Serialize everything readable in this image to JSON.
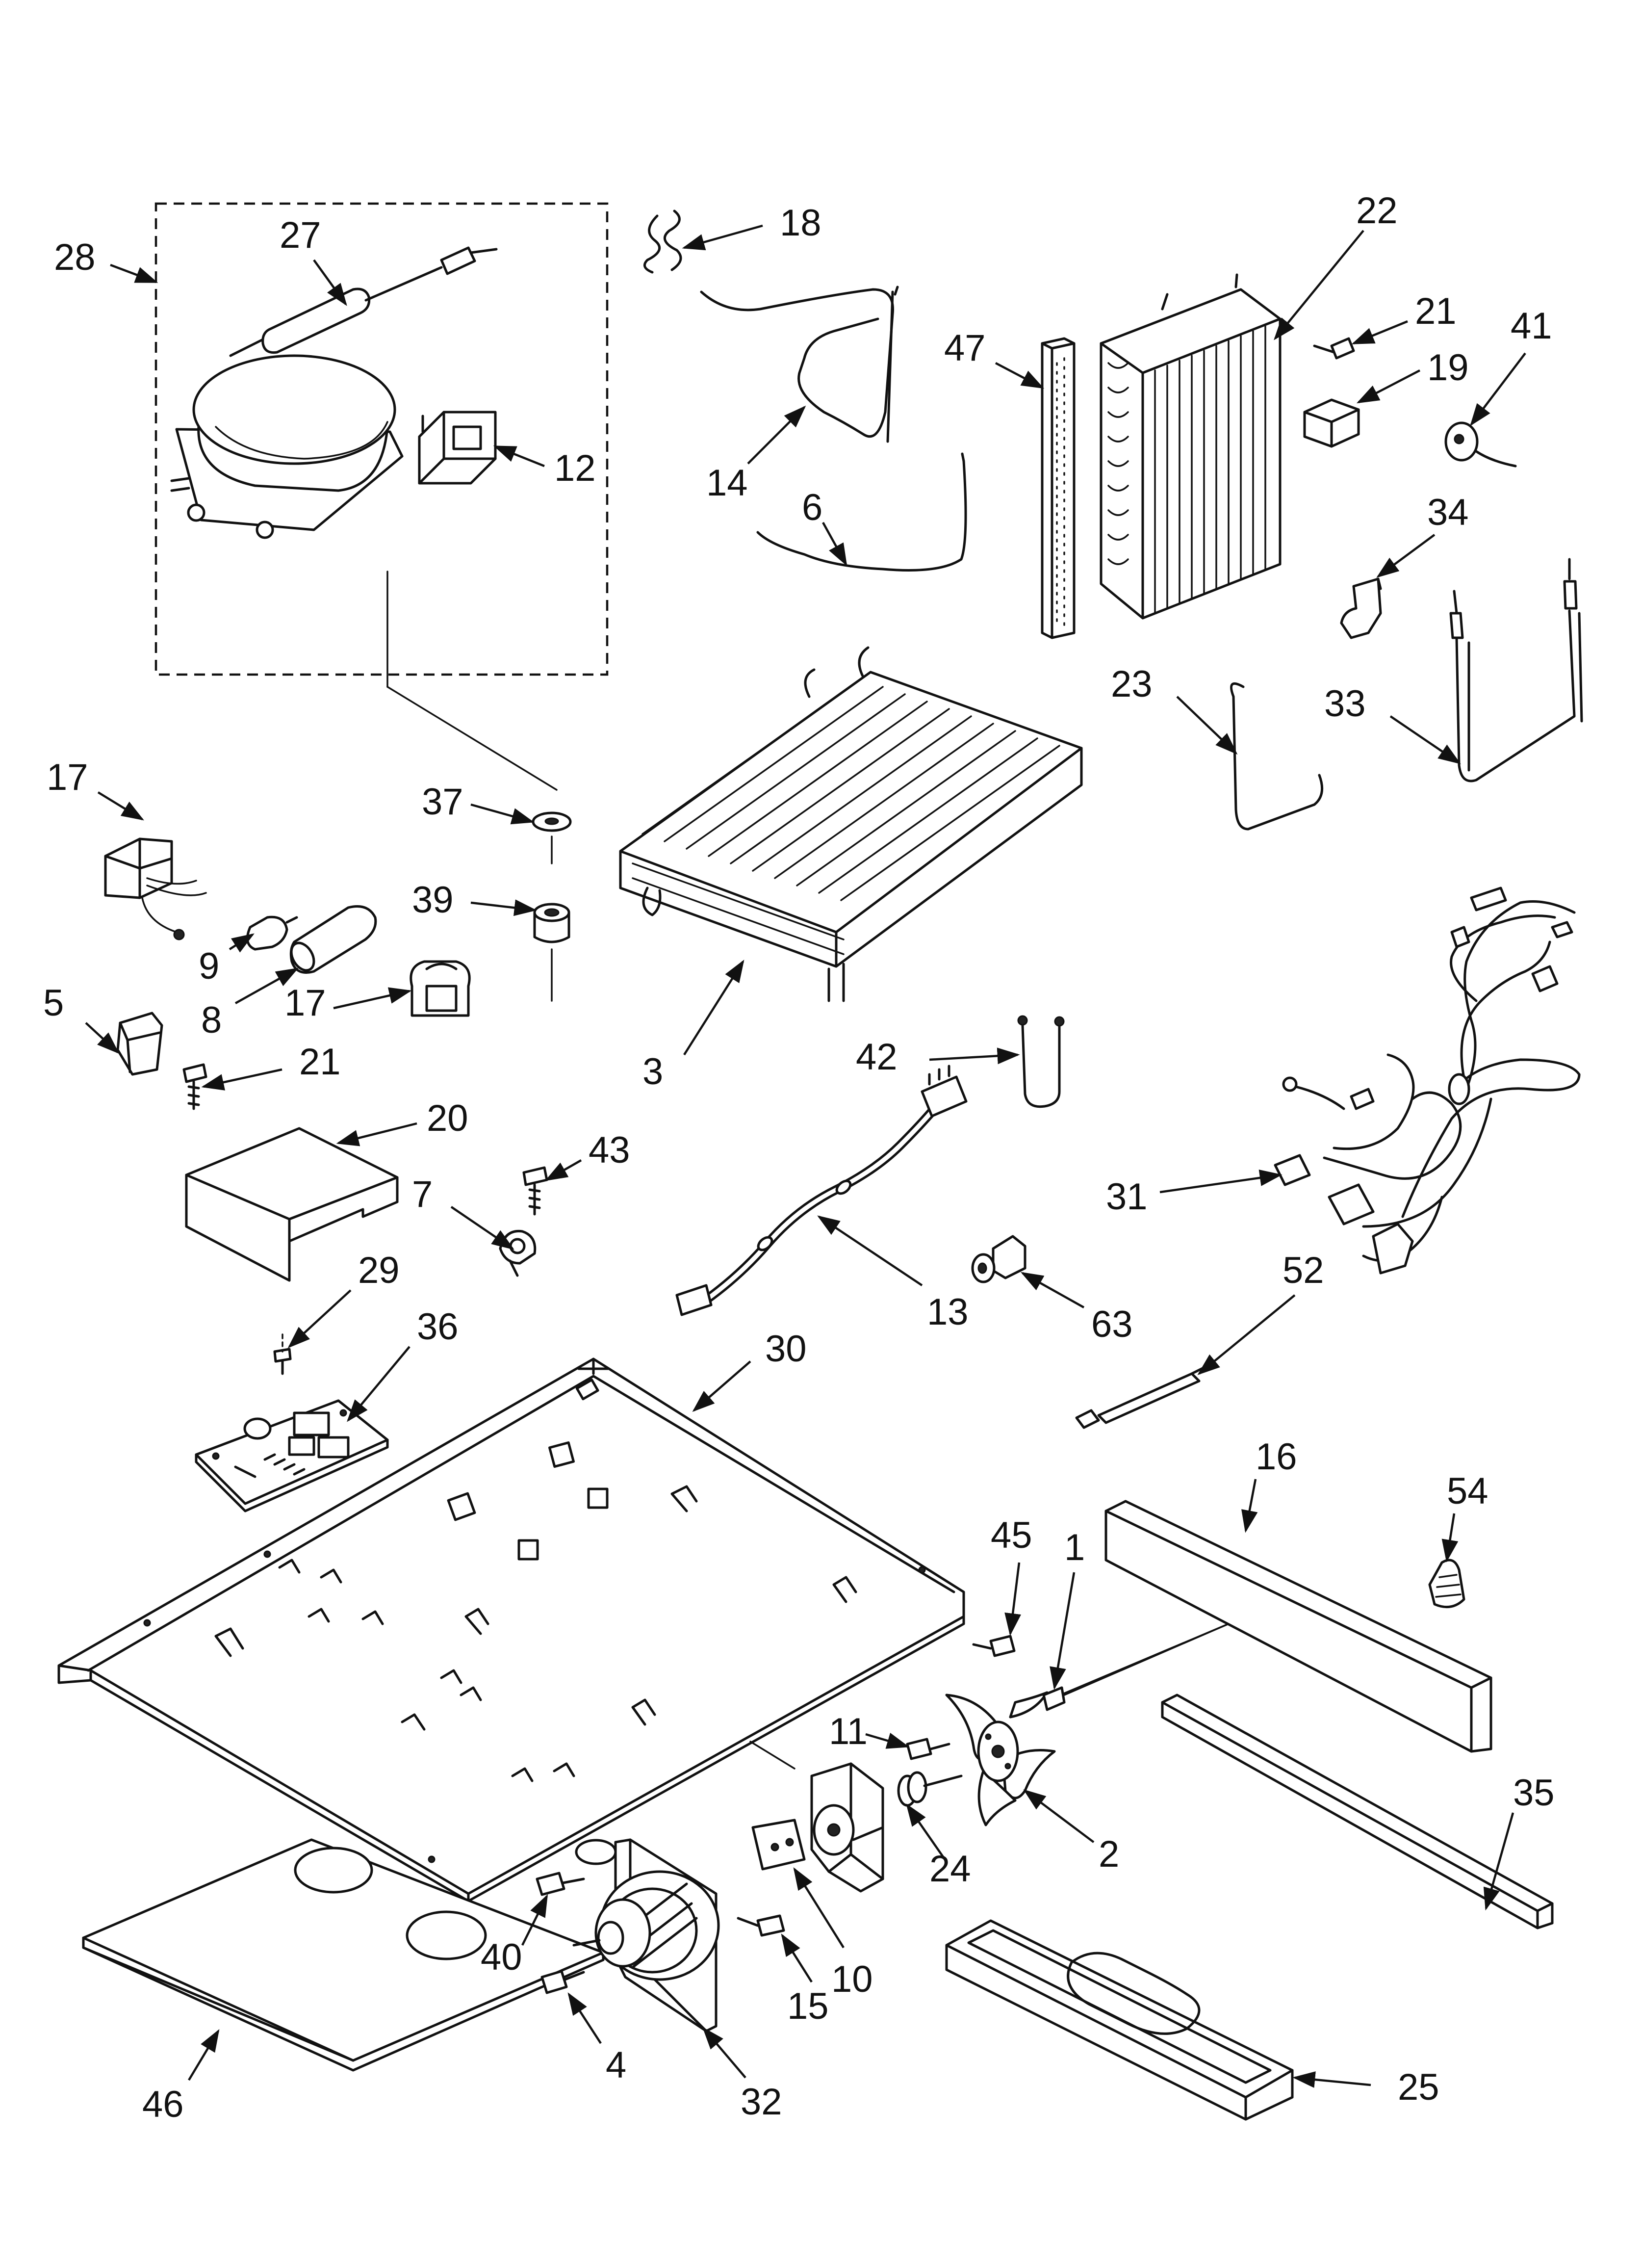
{
  "diagram": {
    "callouts": {
      "c1": "1",
      "c2": "2",
      "c3": "3",
      "c4": "4",
      "c5": "5",
      "c6": "6",
      "c7": "7",
      "c8": "8",
      "c9": "9",
      "c10": "10",
      "c11": "11",
      "c12": "12",
      "c13": "13",
      "c14": "14",
      "c15": "15",
      "c16": "16",
      "c17a": "17",
      "c17b": "17",
      "c18": "18",
      "c19": "19",
      "c20": "20",
      "c21a": "21",
      "c21b": "21",
      "c22": "22",
      "c23": "23",
      "c24": "24",
      "c25": "25",
      "c27": "27",
      "c28": "28",
      "c29": "29",
      "c30": "30",
      "c31": "31",
      "c32": "32",
      "c33": "33",
      "c34": "34",
      "c35": "35",
      "c36": "36",
      "c37": "37",
      "c39": "39",
      "c40": "40",
      "c41": "41",
      "c42": "42",
      "c43": "43",
      "c45": "45",
      "c46": "46",
      "c47": "47",
      "c52": "52",
      "c54": "54",
      "c63": "63"
    }
  }
}
